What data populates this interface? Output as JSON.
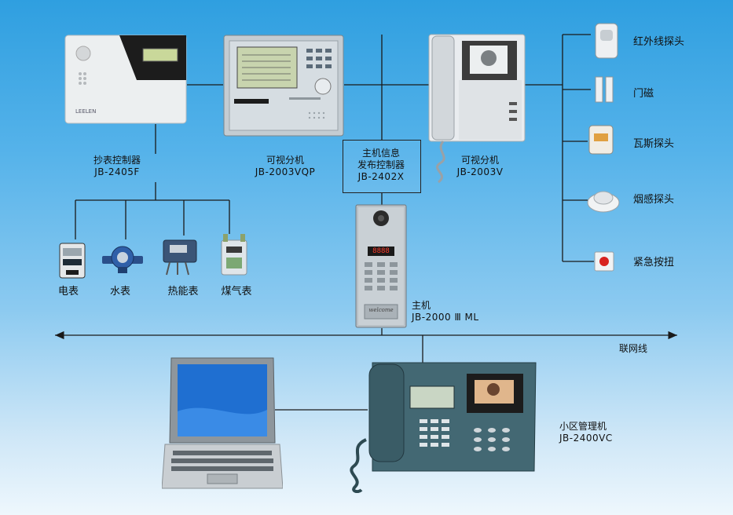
{
  "devices": {
    "meter_controller": {
      "name": "抄表控制器",
      "model": "JB-2405F"
    },
    "visual_extension_vqp": {
      "name": "可视分机",
      "model": "JB-2003VQP"
    },
    "info_controller": {
      "name_line1": "主机信息",
      "name_line2": "发布控制器",
      "model": "JB-2402X"
    },
    "visual_extension_v": {
      "name": "可视分机",
      "model": "JB-2003V"
    },
    "main_unit": {
      "name": "主机",
      "model": "JB-2000 Ⅲ ML",
      "panel_text": "welcome",
      "display": "8888"
    },
    "community_manager": {
      "name": "小区管理机",
      "model": "JB-2400VC"
    }
  },
  "meters": [
    {
      "label": "电表",
      "icon": "electric-meter-icon"
    },
    {
      "label": "水表",
      "icon": "water-meter-icon"
    },
    {
      "label": "热能表",
      "icon": "heat-meter-icon"
    },
    {
      "label": "煤气表",
      "icon": "gas-meter-icon"
    }
  ],
  "sensors": [
    {
      "label": "红外线探头",
      "icon": "infrared-detector-icon"
    },
    {
      "label": "门磁",
      "icon": "door-magnet-icon"
    },
    {
      "label": "瓦斯探头",
      "icon": "gas-detector-icon"
    },
    {
      "label": "烟感探头",
      "icon": "smoke-detector-icon"
    },
    {
      "label": "紧急按扭",
      "icon": "emergency-button-icon"
    }
  ],
  "network": {
    "label": "联网线"
  },
  "brand": "LEELEN",
  "colors": {
    "bg_top": "#2f9fe0",
    "bg_bottom": "#eef7fd",
    "wire": "#1a1a1a"
  }
}
